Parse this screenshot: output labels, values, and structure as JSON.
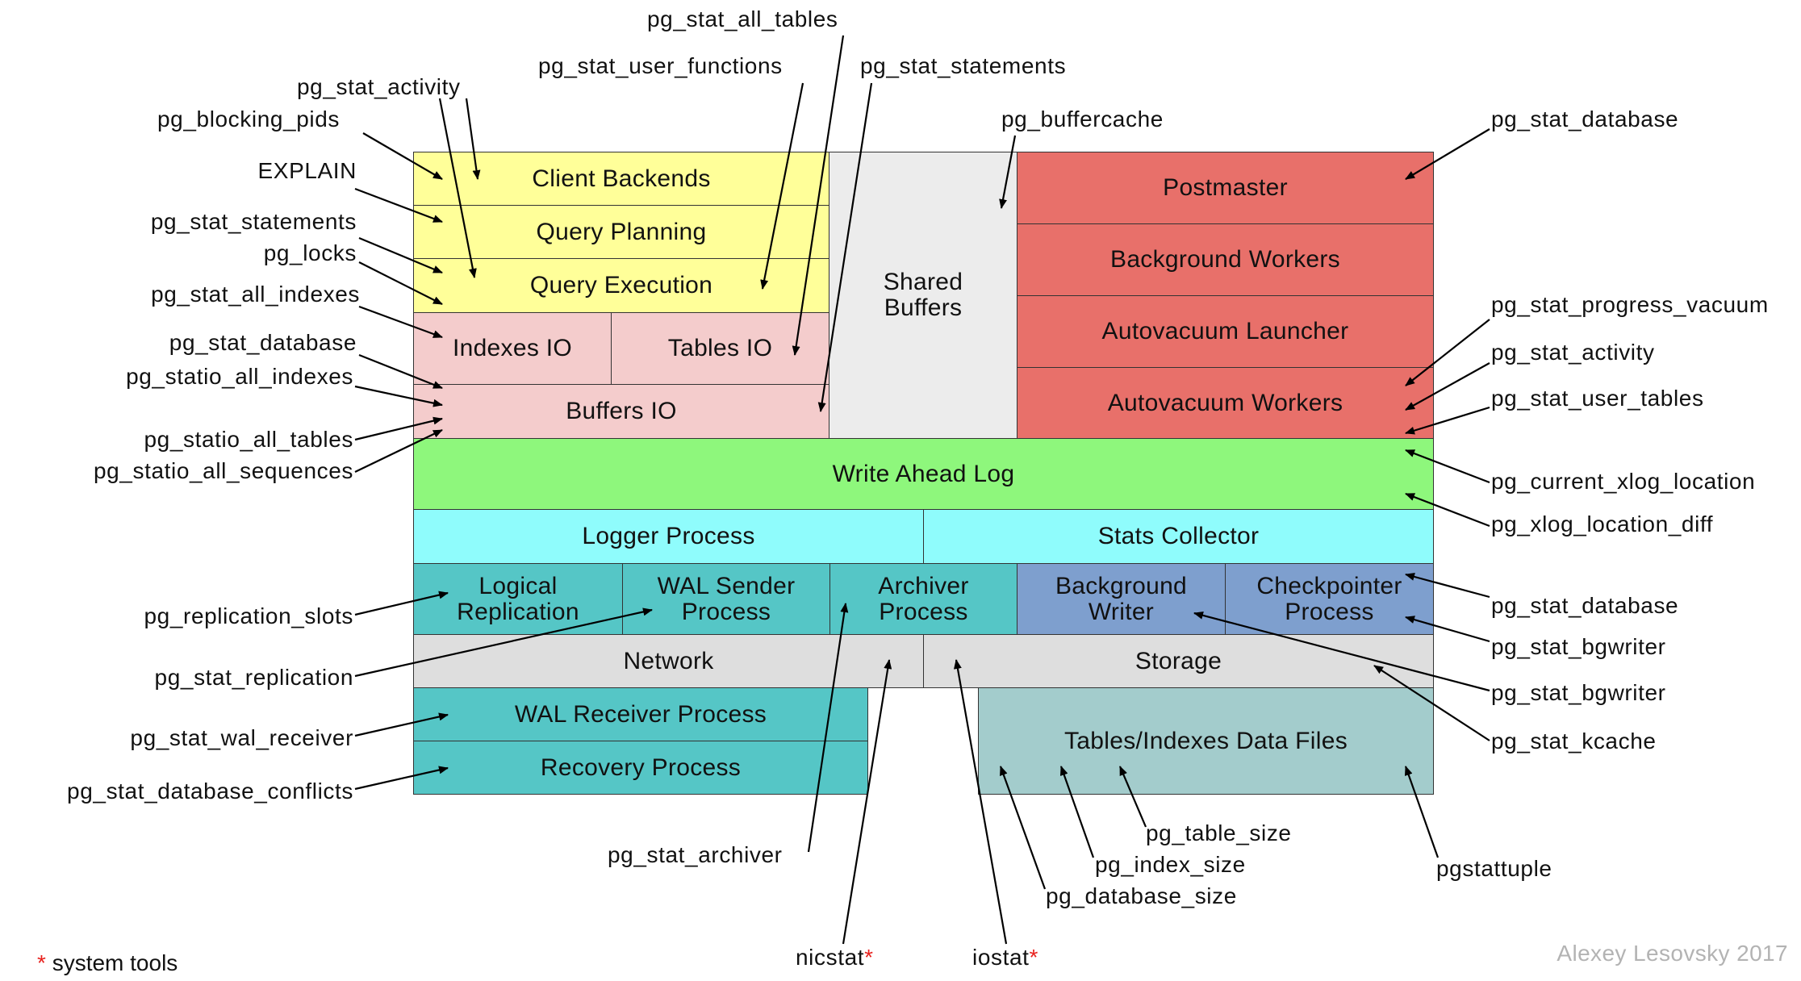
{
  "colors": {
    "yellow": "#ffff99",
    "pink": "#f4cccc",
    "gray": "#ececec",
    "red": "#e8706a",
    "green": "#8ef77c",
    "cyan": "#8ffcfc",
    "teal": "#55c6c6",
    "blue": "#7e9fce",
    "lightgray": "#dedede",
    "grayteal": "#a3cccc",
    "star": "#e8211d",
    "credit": "#b3b3b3"
  },
  "blocks": {
    "client_backends": "Client Backends",
    "query_planning": "Query Planning",
    "query_execution": "Query Execution",
    "indexes_io": "Indexes IO",
    "tables_io": "Tables IO",
    "buffers_io": "Buffers IO",
    "shared_buffers": "Shared\nBuffers",
    "postmaster": "Postmaster",
    "background_workers": "Background Workers",
    "autovacuum_launcher": "Autovacuum Launcher",
    "autovacuum_workers": "Autovacuum Workers",
    "write_ahead_log": "Write Ahead Log",
    "logger_process": "Logger Process",
    "stats_collector": "Stats Collector",
    "logical_replication": "Logical\nReplication",
    "wal_sender_process": "WAL Sender\nProcess",
    "archiver_process": "Archiver\nProcess",
    "background_writer": "Background\nWriter",
    "checkpointer_process": "Checkpointer\nProcess",
    "network": "Network",
    "storage": "Storage",
    "wal_receiver_process": "WAL Receiver Process",
    "recovery_process": "Recovery Process",
    "tables_indexes_data_files": "Tables/Indexes Data Files"
  },
  "labels": {
    "pg_stat_all_tables": "pg_stat_all_tables",
    "pg_stat_user_functions": "pg_stat_user_functions",
    "pg_stat_statements_top": "pg_stat_statements",
    "pg_stat_activity_top": "pg_stat_activity",
    "pg_blocking_pids": "pg_blocking_pids",
    "pg_buffercache": "pg_buffercache",
    "pg_stat_database_top": "pg_stat_database",
    "explain": "EXPLAIN",
    "pg_stat_statements_left": "pg_stat_statements",
    "pg_locks": "pg_locks",
    "pg_stat_all_indexes": "pg_stat_all_indexes",
    "pg_stat_database_left": "pg_stat_database",
    "pg_statio_all_indexes": "pg_statio_all_indexes",
    "pg_statio_all_tables": "pg_statio_all_tables",
    "pg_statio_all_sequences": "pg_statio_all_sequences",
    "pg_stat_progress_vacuum": "pg_stat_progress_vacuum",
    "pg_stat_activity_right": "pg_stat_activity",
    "pg_stat_user_tables": "pg_stat_user_tables",
    "pg_current_xlog_location": "pg_current_xlog_location",
    "pg_xlog_location_diff": "pg_xlog_location_diff",
    "pg_stat_database_right": "pg_stat_database",
    "pg_stat_bgwriter_1": "pg_stat_bgwriter",
    "pg_stat_bgwriter_2": "pg_stat_bgwriter",
    "pg_stat_kcache": "pg_stat_kcache",
    "pg_replication_slots": "pg_replication_slots",
    "pg_stat_replication": "pg_stat_replication",
    "pg_stat_wal_receiver": "pg_stat_wal_receiver",
    "pg_stat_database_conflicts": "pg_stat_database_conflicts",
    "pg_stat_archiver": "pg_stat_archiver",
    "pg_table_size": "pg_table_size",
    "pg_index_size": "pg_index_size",
    "pg_database_size": "pg_database_size",
    "pgstattuple": "pgstattuple",
    "nicstat": "nicstat",
    "iostat": "iostat"
  },
  "legend": {
    "star": "*",
    "text": "system tools"
  },
  "credit": "Alexey Lesovsky 2017"
}
